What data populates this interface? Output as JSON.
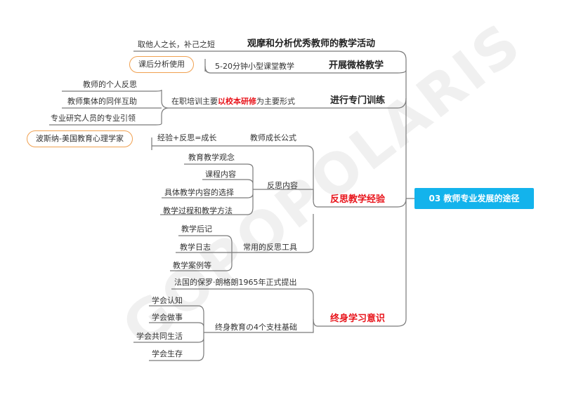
{
  "root": "03 教师专业发展的途径",
  "watermark": "GOPOPOLARIS",
  "colors": {
    "root_bg": "#13b3ec",
    "line": "#7a7a7a",
    "highlight": "#e8131a",
    "pill_border": "#f0a050"
  },
  "branches": {
    "observe": {
      "title": "观摩和分析优秀教师的教学活动",
      "leaf": "取他人之长，补己之短"
    },
    "micro": {
      "title": "开展微格教学",
      "pill": "课后分析使用",
      "leaf": "5-20分钟小型课堂教学"
    },
    "training": {
      "title": "进行专门训练",
      "mid_before": "在职培训主要",
      "mid_highlight": "以校本研修",
      "mid_after": "为主要形式",
      "leaves": [
        "教师的个人反思",
        "教师集体的同伴互助",
        "专业研究人员的专业引领"
      ]
    },
    "reflect": {
      "title": "反思教学经验",
      "formula_label": "教师成长公式",
      "formula": "经验+反思=成长",
      "pill": "波斯纳-美国教育心理学家",
      "content_label": "反思内容",
      "content_items": [
        "教育教学观念",
        "课程内容",
        "具体教学内容的选择",
        "教学过程和教学方法"
      ],
      "tools_label": "常用的反思工具",
      "tools_items": [
        "教学后记",
        "教学日志",
        "教学案例等"
      ]
    },
    "lifelong": {
      "title": "终身学习意识",
      "origin": "法国的保罗·朗格朗1965年正式提出",
      "pillars_label": "终身教育の4个支柱基础",
      "pillars": [
        "学会认知",
        "学会做事",
        "学会共同生活",
        "学会生存"
      ]
    }
  }
}
